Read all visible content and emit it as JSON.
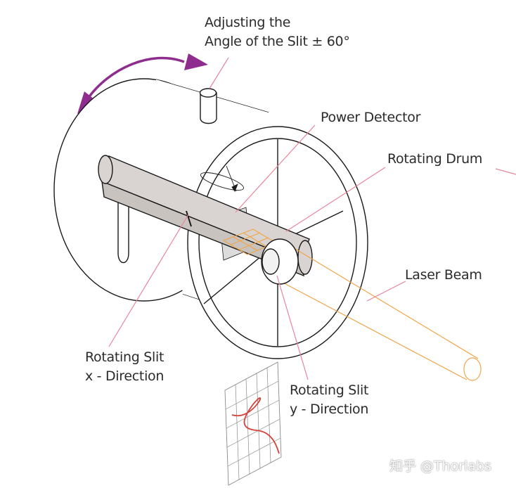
{
  "labels": {
    "angle": [
      "Adjusting the",
      "Angle of the Slit ± 60°"
    ],
    "power_detector": "Power Detector",
    "rotating_drum": "Rotating Drum",
    "laser_beam": "Laser Beam",
    "slit_x": [
      "Rotating Slit",
      "x - Direction"
    ],
    "slit_y": [
      "Rotating Slit",
      "y - Direction"
    ]
  },
  "watermark": "知乎 @Thorlabs",
  "colors": {
    "outline": "#1a1a1a",
    "leader": "#e8849b",
    "arrow": "#8e2d8e",
    "beam": "#f0a54a",
    "slit_fill": "#d9d4d2",
    "profile_curve": "#d6423a",
    "grid": "#8a8a8a"
  }
}
